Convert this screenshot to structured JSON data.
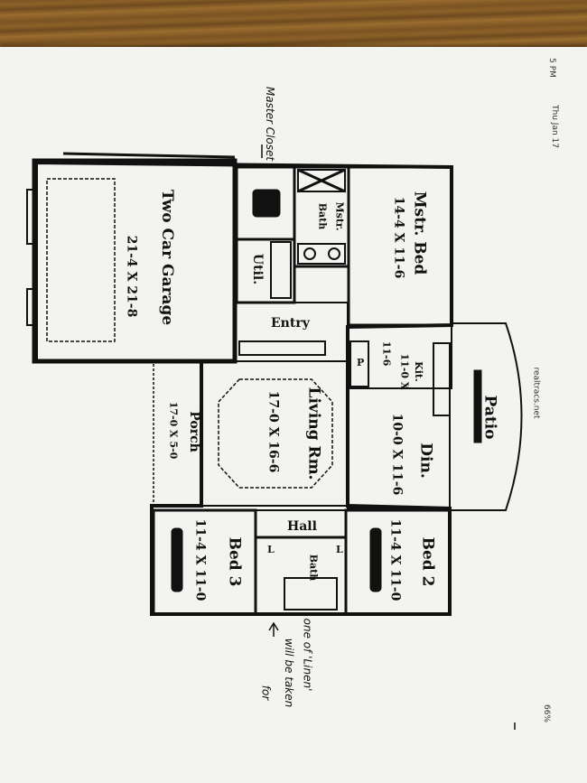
{
  "status_bar": {
    "time": "5 PM",
    "date": "Thu Jan 17",
    "battery": "66%"
  },
  "watermark": "realtracs.net",
  "rooms": {
    "garage": {
      "name": "Two Car Garage",
      "dims": "21-4 X 21-8"
    },
    "master_bed": {
      "name": "Mstr. Bed",
      "dims": "14-4 X 11-6"
    },
    "master_bath": {
      "name": "Mstr.",
      "name2": "Bath"
    },
    "utility": {
      "name": "Util."
    },
    "entry": {
      "name": "Entry"
    },
    "kitchen": {
      "name": "Kit.",
      "dims": "11-0 X",
      "dims2": "11-6"
    },
    "patio": {
      "name": "Patio"
    },
    "living": {
      "name": "Living Rm.",
      "dims": "17-0 X 16-6"
    },
    "porch": {
      "name": "Porch",
      "dims": "17-0 X 5-0"
    },
    "dining": {
      "name": "Din.",
      "dims": "10-0 X 11-6"
    },
    "hall": {
      "name": "Hall"
    },
    "bath": {
      "name": "Bath"
    },
    "bed2": {
      "name": "Bed 2",
      "dims": "11-4 X 11-0"
    },
    "bed3": {
      "name": "Bed 3",
      "dims": "11-4 X 11-0"
    },
    "linen_left": "L",
    "linen_right": "L",
    "pantry": "P"
  },
  "annotations": {
    "master_closet": "Master Closet",
    "linen_note_1": "one of 'Linen'",
    "linen_note_2": "will be taken",
    "linen_note_3": "for"
  }
}
